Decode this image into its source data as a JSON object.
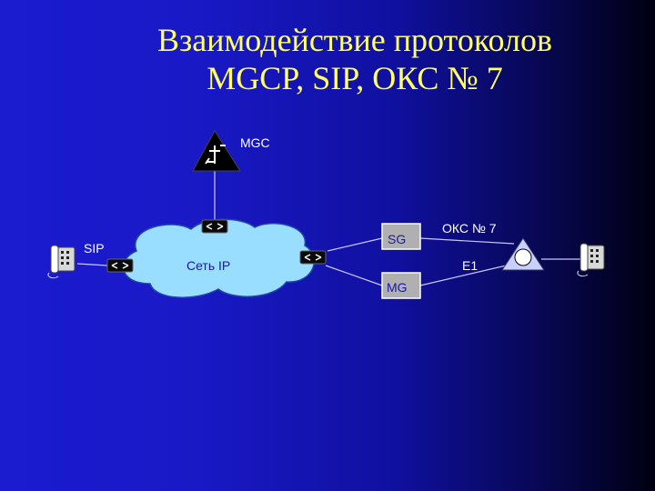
{
  "title": {
    "line1": "Взаимодействие протоколов",
    "line2": "MGCP, SIP, ОКС № 7"
  },
  "labels": {
    "mgc": "MGC",
    "sip": "SIP",
    "ip_network": "Сеть IP",
    "sg": "SG",
    "mg": "MG",
    "oks7": "ОКС № 7",
    "e1": "E1"
  },
  "colors": {
    "title": "#ffff66",
    "label": "#ffffff",
    "cloud": "#99ddff",
    "box": "#b0b0b0",
    "box_text": "#1a1aa0"
  }
}
